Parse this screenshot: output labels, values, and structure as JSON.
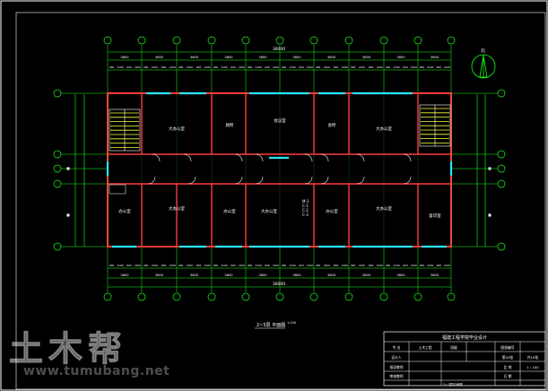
{
  "drawing": {
    "title_cn": "2~5层 平面图",
    "scale_label": "1:100",
    "overall_dim": "36000",
    "bay_dims": [
      "3600",
      "3600",
      "3600",
      "3600",
      "3600",
      "3600",
      "3600",
      "3600",
      "3600",
      "3600"
    ],
    "sub_dims": [
      "900",
      "2100",
      "600",
      "2100",
      "900"
    ],
    "rooms_top": [
      "大办公室",
      "厕所",
      "会议室",
      "会所",
      "大办公室"
    ],
    "rooms_bottom": [
      "办公室",
      "大办公室",
      "办公室",
      "大办公室",
      "办公室",
      "大办公室",
      "复印室"
    ],
    "level_labels": [
      "M-1",
      "C-1"
    ],
    "north_label": "北",
    "note_lines": [
      "M-1",
      "C-1",
      "C-2",
      "C-3"
    ]
  },
  "title_block": {
    "header": "福建工程学院毕业设计",
    "rows": [
      {
        "k1": "专 业",
        "v1": "土木工程",
        "k2": "班级",
        "v2": "",
        "k3": "图纸编号",
        "v3": ""
      },
      {
        "k1": "设计人",
        "v1": "",
        "k2": "",
        "v2": "",
        "k3": "第03张",
        "v3": "共10张"
      },
      {
        "k1": "指导教师",
        "v1": "",
        "k2": "",
        "v2": "",
        "k3": "比 例",
        "v3": "1 : 100"
      },
      {
        "k1": "审核教师",
        "v1": "",
        "k2": "",
        "v2": "",
        "k3": "日 期",
        "v3": ""
      }
    ],
    "drawing_name": "2~5层平面图"
  },
  "watermark": {
    "brand": "土木帮",
    "url": "www.tumubang.net"
  },
  "colors": {
    "background": "#000000",
    "frame": "#ffffff",
    "wall": "#ff3b3b",
    "dim": "#19ff19",
    "window": "#27e6ff",
    "text": "#ffffff",
    "stair": "#ffff33"
  }
}
